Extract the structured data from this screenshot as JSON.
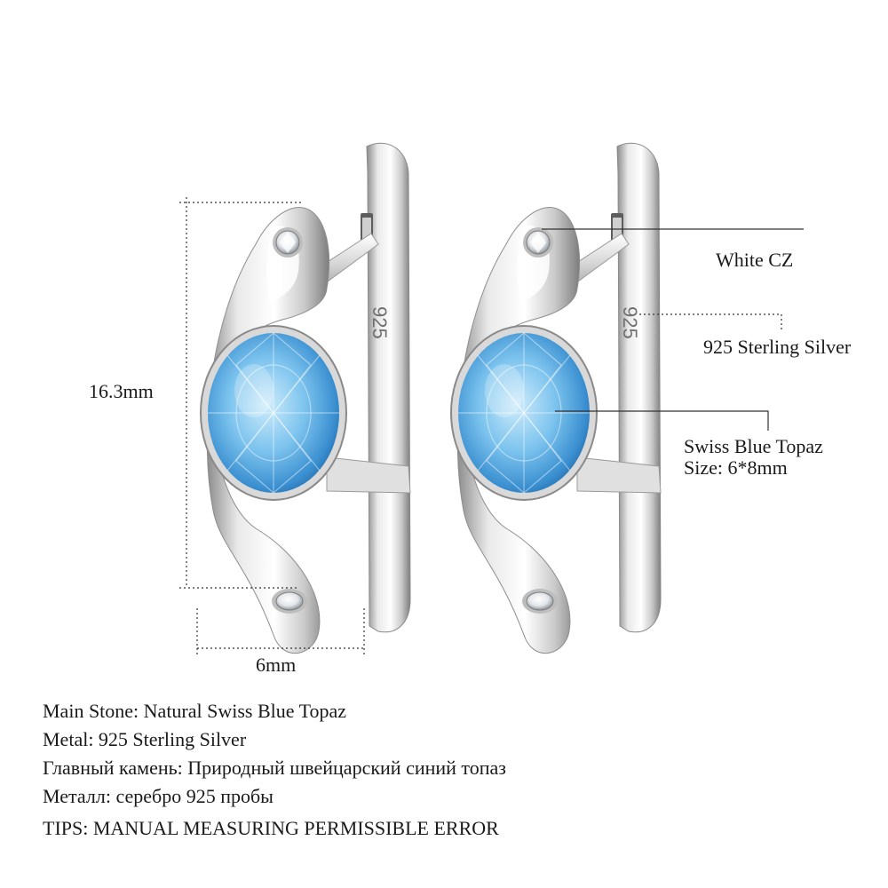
{
  "dimensions": {
    "height_label": "16.3mm",
    "width_label": "6mm"
  },
  "callouts": {
    "cz": "White CZ",
    "silver": "925 Sterling Silver",
    "topaz_name": "Swiss Blue Topaz",
    "topaz_size": "Size: 6*8mm"
  },
  "engraving": "925",
  "specs": [
    "Main Stone: Natural Swiss Blue Topaz",
    "Metal: 925 Sterling Silver",
    "Главный камень: Природный швейцарский синий топаз",
    "Металл: серебро 925 пробы",
    "TIPS: MANUAL MEASURING PERMISSIBLE ERROR"
  ],
  "colors": {
    "topaz_light": "#bfe6fb",
    "topaz_mid": "#5fb0e6",
    "topaz_dark": "#1f6fb2",
    "silver_light": "#fafafa",
    "silver_dark": "#9a9a9a",
    "text": "#1a1a1a"
  }
}
